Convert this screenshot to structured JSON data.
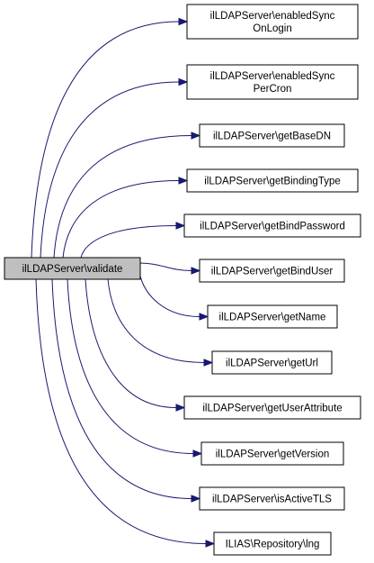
{
  "root": {
    "label": "ilLDAPServer\\validate"
  },
  "callees": [
    {
      "lines": [
        "ilLDAPServer\\enabledSync",
        "OnLogin"
      ]
    },
    {
      "lines": [
        "ilLDAPServer\\enabledSync",
        "PerCron"
      ]
    },
    {
      "lines": [
        "ilLDAPServer\\getBaseDN"
      ]
    },
    {
      "lines": [
        "ilLDAPServer\\getBindingType"
      ]
    },
    {
      "lines": [
        "ilLDAPServer\\getBindPassword"
      ]
    },
    {
      "lines": [
        "ilLDAPServer\\getBindUser"
      ]
    },
    {
      "lines": [
        "ilLDAPServer\\getName"
      ]
    },
    {
      "lines": [
        "ilLDAPServer\\getUrl"
      ]
    },
    {
      "lines": [
        "ilLDAPServer\\getUserAttribute"
      ]
    },
    {
      "lines": [
        "ilLDAPServer\\getVersion"
      ]
    },
    {
      "lines": [
        "ilLDAPServer\\isActiveTLS"
      ]
    },
    {
      "lines": [
        "ILIAS\\Repository\\lng"
      ]
    }
  ],
  "colors": {
    "edge": "#191970",
    "root_fill": "#bfbfbf",
    "node_fill": "#ffffff",
    "border": "#000000"
  }
}
